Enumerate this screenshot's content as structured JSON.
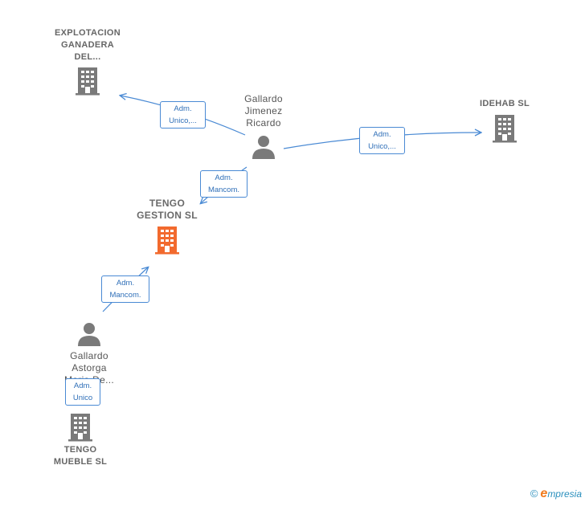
{
  "nodes": {
    "explotacion": {
      "label_lines": [
        "EXPLOTACION",
        "GANADERA",
        "DEL..."
      ],
      "icon": "building-icon",
      "color": "#7a7a7a"
    },
    "gallardo_jimenez": {
      "label_lines": [
        "Gallardo",
        "Jimenez",
        "Ricardo"
      ],
      "icon": "person-icon",
      "color": "#7a7a7a"
    },
    "idehab": {
      "label_lines": [
        "IDEHAB SL"
      ],
      "icon": "building-icon",
      "color": "#7a7a7a"
    },
    "tengo_gestion": {
      "label_lines": [
        "TENGO",
        "GESTION SL"
      ],
      "icon": "building-icon",
      "color": "#f26a2e"
    },
    "gallardo_astorga": {
      "label_lines": [
        "Gallardo",
        "Astorga",
        "Maria De..."
      ],
      "icon": "person-icon",
      "color": "#7a7a7a"
    },
    "tengo_mueble": {
      "label_lines": [
        "TENGO",
        "MUEBLE SL"
      ],
      "icon": "building-icon",
      "color": "#7a7a7a"
    }
  },
  "edges": {
    "e1": {
      "lines": [
        "Adm.",
        "Unico,..."
      ]
    },
    "e2": {
      "lines": [
        "Adm.",
        "Unico,..."
      ]
    },
    "e3": {
      "lines": [
        "Adm.",
        "Mancom."
      ]
    },
    "e4": {
      "lines": [
        "Adm.",
        "Mancom."
      ]
    },
    "e5": {
      "lines": [
        "Adm.",
        "Unico"
      ]
    }
  },
  "colors": {
    "edge": "#4a8ad4",
    "main_company": "#f26a2e",
    "node": "#7a7a7a"
  },
  "brand": {
    "copyright": "©",
    "name_initial": "e",
    "name_rest": "mpresia"
  }
}
